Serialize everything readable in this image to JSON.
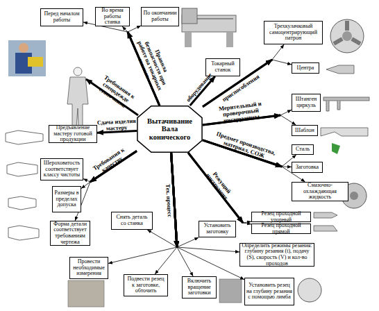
{
  "diagram": {
    "nodes": [
      {
        "text": [
          "Вытачивание Вала конического"
        ]
      },
      {
        "text": [
          "Перед началом работы"
        ]
      },
      {
        "text": [
          "Во время работы станка"
        ]
      },
      {
        "text": [
          "По окончании работы"
        ]
      },
      {
        "text": [
          "Токарный станок"
        ]
      },
      {
        "text": [
          "Трехкулачковый самоцентрирующий патрон"
        ]
      },
      {
        "text": [
          "Центра"
        ]
      },
      {
        "text": [
          "Штанген циркуль"
        ]
      },
      {
        "text": [
          "Шаблон"
        ]
      },
      {
        "text": [
          "Сталь"
        ]
      },
      {
        "text": [
          "Заготовка"
        ]
      },
      {
        "text": [
          "Смазочно-охлаждающая жидкость"
        ]
      },
      {
        "text": [
          "Резец проходной упорный"
        ]
      },
      {
        "text": [
          "Резец проходной прямой"
        ]
      },
      {
        "text": [
          "Предъявление мастеру готовой продукции"
        ]
      },
      {
        "text": [
          "Шероховатость соответствует классу чистоты"
        ]
      },
      {
        "text": [
          "Размеры в пределах допуска"
        ]
      },
      {
        "text": [
          "Форма детали соответствует требованиям чертежа"
        ]
      },
      {
        "text": [
          "Снять деталь со станка"
        ]
      },
      {
        "text": [
          "Установить заготовку"
        ]
      },
      {
        "text": [
          "Определить режимы резания: глубину резания (t), подачу (S), скорость (V) и кол-во проходов"
        ]
      },
      {
        "text": [
          "Провести необходимые измерения"
        ]
      },
      {
        "text": [
          "Подвести резец к заготовке, обточить"
        ]
      },
      {
        "text": [
          "Включить вращение заготовки"
        ]
      },
      {
        "text": [
          "Установить резец на глубину резания с помощью лимба"
        ]
      }
    ],
    "edges": [
      {
        "from": 0,
        "to": 1,
        "arrow": "to"
      },
      {
        "from": 0,
        "to": 2,
        "label": "Правила безопасности при работе на токарных станках",
        "arrow": "to"
      },
      {
        "from": 0,
        "to": 3,
        "arrow": "to"
      },
      {
        "from": 0,
        "to": 4,
        "label": "оборудование",
        "arrow": "to"
      },
      {
        "from": 0,
        "to": 5,
        "label": "приспособления",
        "arrow": "to"
      },
      {
        "from": 0,
        "to": 6,
        "arrow": "to"
      },
      {
        "from": 0,
        "to": 7,
        "label": "Мерительный и проверочный инструменты",
        "arrow": "to"
      },
      {
        "from": 0,
        "to": 8,
        "arrow": "to"
      },
      {
        "from": 0,
        "to": 9,
        "label": "Предмет производства, материал, СОЖ",
        "arrow": "to"
      },
      {
        "from": 0,
        "to": 10,
        "arrow": "to"
      },
      {
        "from": 0,
        "to": 11,
        "arrow": "to"
      },
      {
        "from": 0,
        "to": 12,
        "label": "Режущий инструмент",
        "arrow": "to"
      },
      {
        "from": 0,
        "to": 13,
        "arrow": "to"
      },
      {
        "from": 0,
        "to": 14,
        "label": "Сдача изделия мастеру",
        "arrow": "to"
      },
      {
        "from": 0,
        "to": 15,
        "arrow": "to"
      },
      {
        "from": 0,
        "to": 16,
        "label": "Требования к качеству",
        "arrow": "to"
      },
      {
        "from": 0,
        "to": 17,
        "arrow": "to"
      },
      {
        "from": 0,
        "to": 18,
        "arrow": "to"
      },
      {
        "from": 0,
        "to": 19,
        "arrow": "to"
      },
      {
        "from": 0,
        "to": 20,
        "arrow": "to"
      },
      {
        "from": 0,
        "to": 21,
        "arrow": "to"
      },
      {
        "from": 0,
        "to": 22,
        "label": "Тех. процесс",
        "arrow": "to"
      },
      {
        "from": 0,
        "to": 23,
        "arrow": "to"
      },
      {
        "from": 0,
        "to": 24,
        "arrow": "to"
      }
    ],
    "labels": [
      "Требования к спецодежде станочника"
    ]
  }
}
